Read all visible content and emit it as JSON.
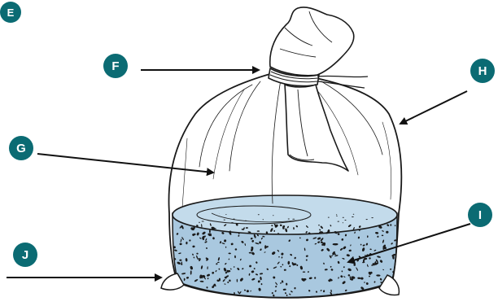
{
  "labels": {
    "e": "E",
    "f": "F",
    "g": "G",
    "h": "H",
    "i": "I",
    "j": "J"
  },
  "colors": {
    "badge": "#0b6b73",
    "water_fill": "#a9c8df",
    "water_fill_light": "#c3dbeb",
    "line": "#1a1a1a",
    "arrow": "#111111"
  },
  "icons": {
    "badge_shape": "circle",
    "arrow": "arrow-right"
  }
}
